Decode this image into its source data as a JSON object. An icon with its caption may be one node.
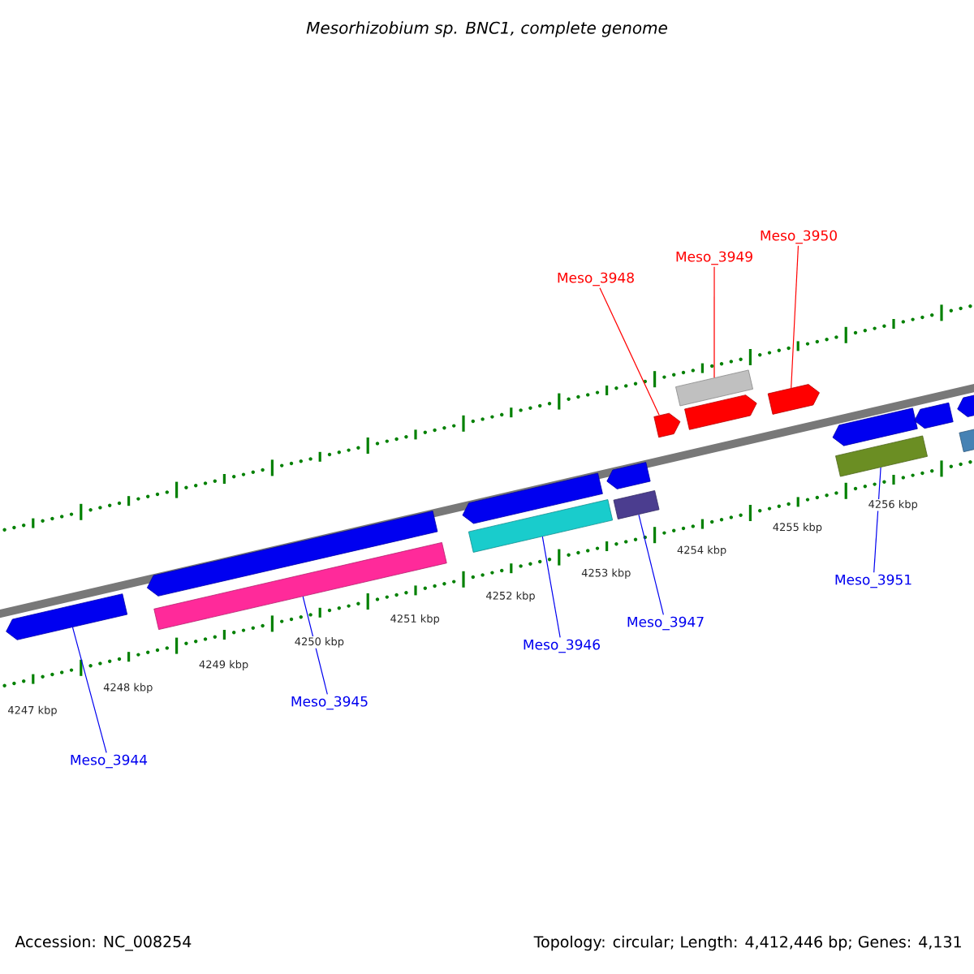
{
  "diagram": {
    "title": "Mesorhizobium sp. BNC1, complete genome",
    "nodes": [
      {
        "text": [],
        "shape": "arrow"
      },
      {
        "text": [],
        "shape": "arrow"
      },
      {
        "text": [],
        "shape": "bar"
      },
      {
        "text": [],
        "shape": "arrow"
      },
      {
        "text": [],
        "shape": "arrow"
      },
      {
        "text": [],
        "shape": "bar"
      },
      {
        "text": [],
        "shape": "bar"
      },
      {
        "text": [],
        "shape": "arrow"
      },
      {
        "text": [],
        "shape": "bar"
      },
      {
        "text": [],
        "shape": "arrow"
      },
      {
        "text": [],
        "shape": "arrow"
      },
      {
        "text": [],
        "shape": "arrow"
      },
      {
        "text": [],
        "shape": "arrow"
      },
      {
        "text": [],
        "shape": "arrow"
      },
      {
        "text": [],
        "shape": "bar"
      },
      {
        "text": [],
        "shape": "bar"
      },
      {
        "text": [
          "Meso_3944"
        ]
      },
      {
        "text": [
          "Meso_3945"
        ]
      },
      {
        "text": [
          "Meso_3946"
        ]
      },
      {
        "text": [
          "Meso_3947"
        ]
      },
      {
        "text": [
          "Meso_3948"
        ]
      },
      {
        "text": [
          "Meso_3949"
        ]
      },
      {
        "text": [
          "Meso_3950"
        ]
      },
      {
        "text": [
          "Meso_3951"
        ]
      }
    ],
    "edges": [
      {
        "from": 16,
        "to": 0,
        "arrow": "none"
      },
      {
        "from": 17,
        "to": 2,
        "arrow": "none"
      },
      {
        "from": 18,
        "to": 5,
        "arrow": "none"
      },
      {
        "from": 19,
        "to": 6,
        "arrow": "none"
      },
      {
        "from": 20,
        "to": 7,
        "arrow": "none",
        "color": "#ff0000"
      },
      {
        "from": 21,
        "to": 8,
        "arrow": "none",
        "color": "#ff0000"
      },
      {
        "from": 22,
        "to": 10,
        "arrow": "none",
        "color": "#ff0000"
      },
      {
        "from": 23,
        "to": 14,
        "arrow": "none"
      }
    ],
    "labels": [
      "4247 kbp",
      "4248 kbp",
      "4249 kbp",
      "4250 kbp",
      "4251 kbp",
      "4252 kbp",
      "4253 kbp",
      "4254 kbp",
      "4255 kbp",
      "4256 kbp",
      "Accession: NC_008254",
      "Topology: circular; Length: 4,412,446 bp; Genes: 4,131"
    ]
  }
}
